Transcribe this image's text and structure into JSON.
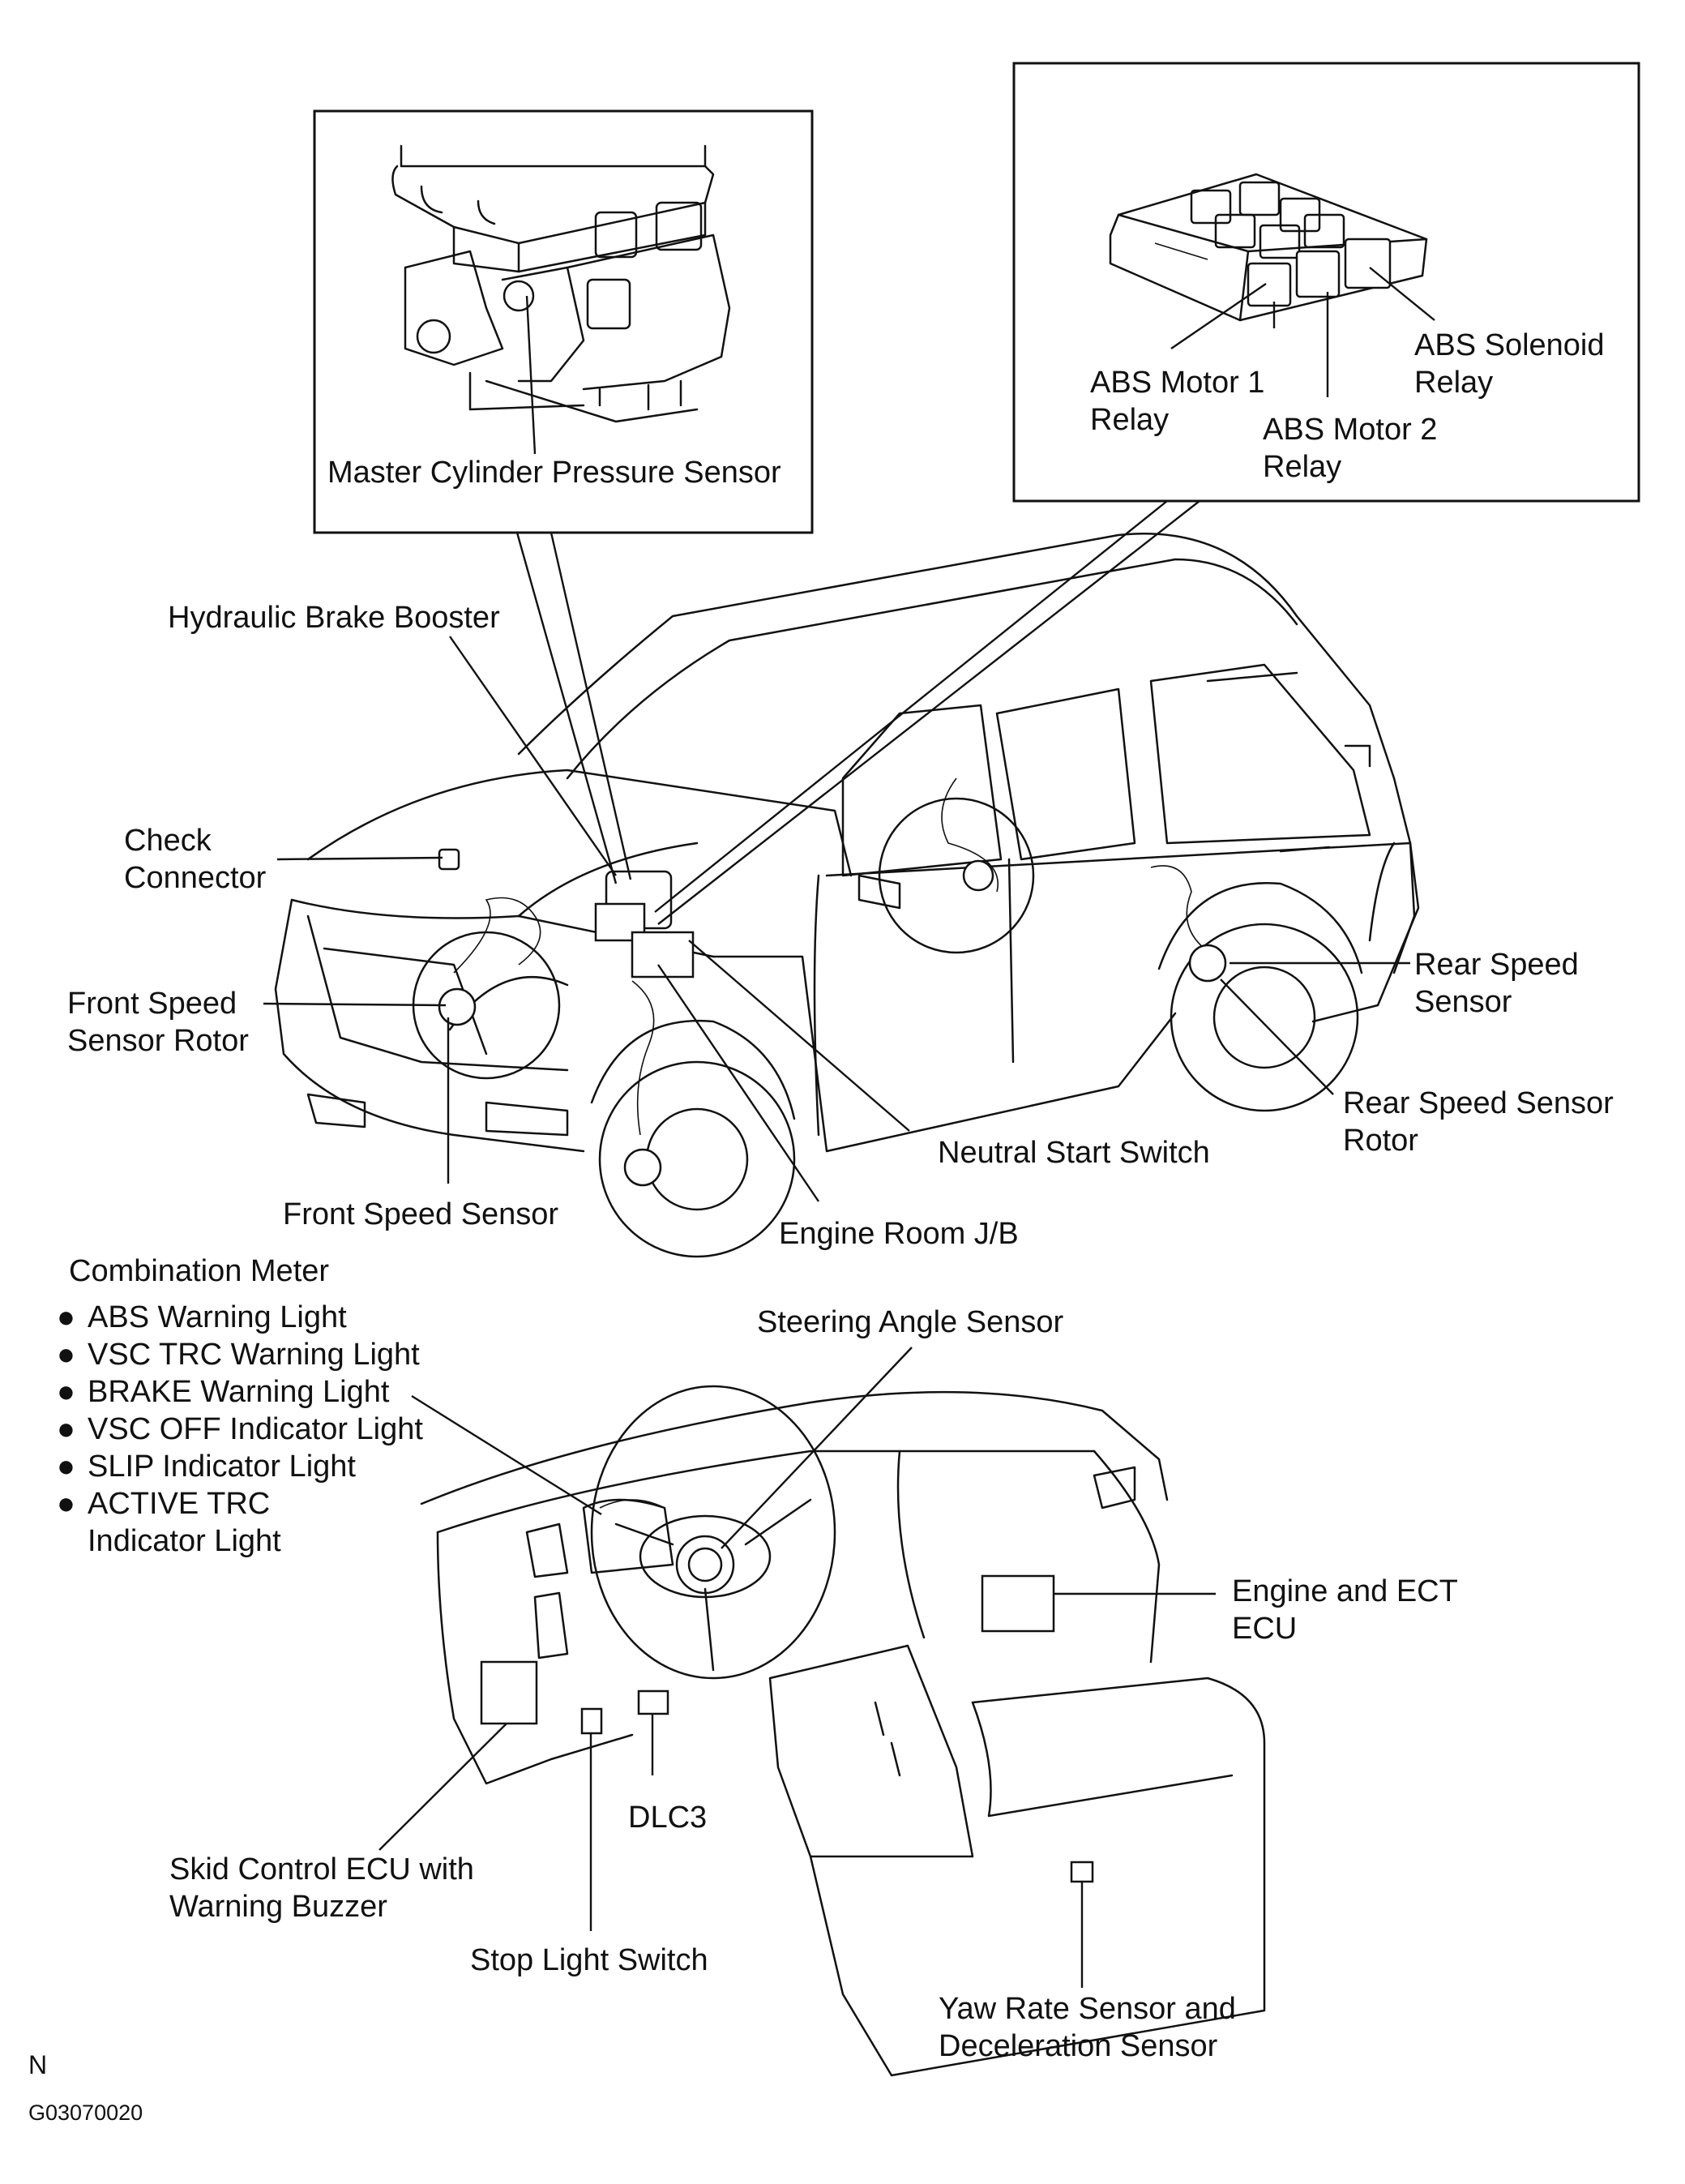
{
  "labels": {
    "master_cylinder": "Master Cylinder Pressure Sensor",
    "abs_motor1": [
      "ABS Motor 1",
      "Relay"
    ],
    "abs_motor2": [
      "ABS Motor 2",
      "Relay"
    ],
    "abs_solenoid": [
      "ABS Solenoid",
      "Relay"
    ],
    "hydraulic_brake_booster": "Hydraulic Brake Booster",
    "check_connector": [
      "Check",
      "Connector"
    ],
    "front_speed_rotor": [
      "Front Speed",
      "Sensor Rotor"
    ],
    "rear_speed_sensor": [
      "Rear Speed",
      "Sensor"
    ],
    "rear_speed_rotor": [
      "Rear Speed Sensor",
      "Rotor"
    ],
    "neutral_start": "Neutral Start Switch",
    "front_speed_sensor": "Front Speed Sensor",
    "engine_room_jb": "Engine Room J/B",
    "combination_meter": "Combination Meter",
    "meter_items": [
      "ABS Warning Light",
      "VSC TRC Warning Light",
      "BRAKE Warning Light",
      "VSC OFF Indicator Light",
      "SLIP Indicator Light",
      "ACTIVE TRC"
    ],
    "meter_item_cont": "Indicator Light",
    "bullet": "●",
    "steering_angle": "Steering Angle Sensor",
    "engine_ect": [
      "Engine and ECT",
      "ECU"
    ],
    "dlc3": "DLC3",
    "skid_control": [
      "Skid Control ECU with",
      "Warning Buzzer"
    ],
    "stop_light": "Stop Light Switch",
    "yaw_rate": [
      "Yaw Rate Sensor and",
      "Deceleration Sensor"
    ],
    "corner_n": "N",
    "figure_code": "G03070020"
  }
}
